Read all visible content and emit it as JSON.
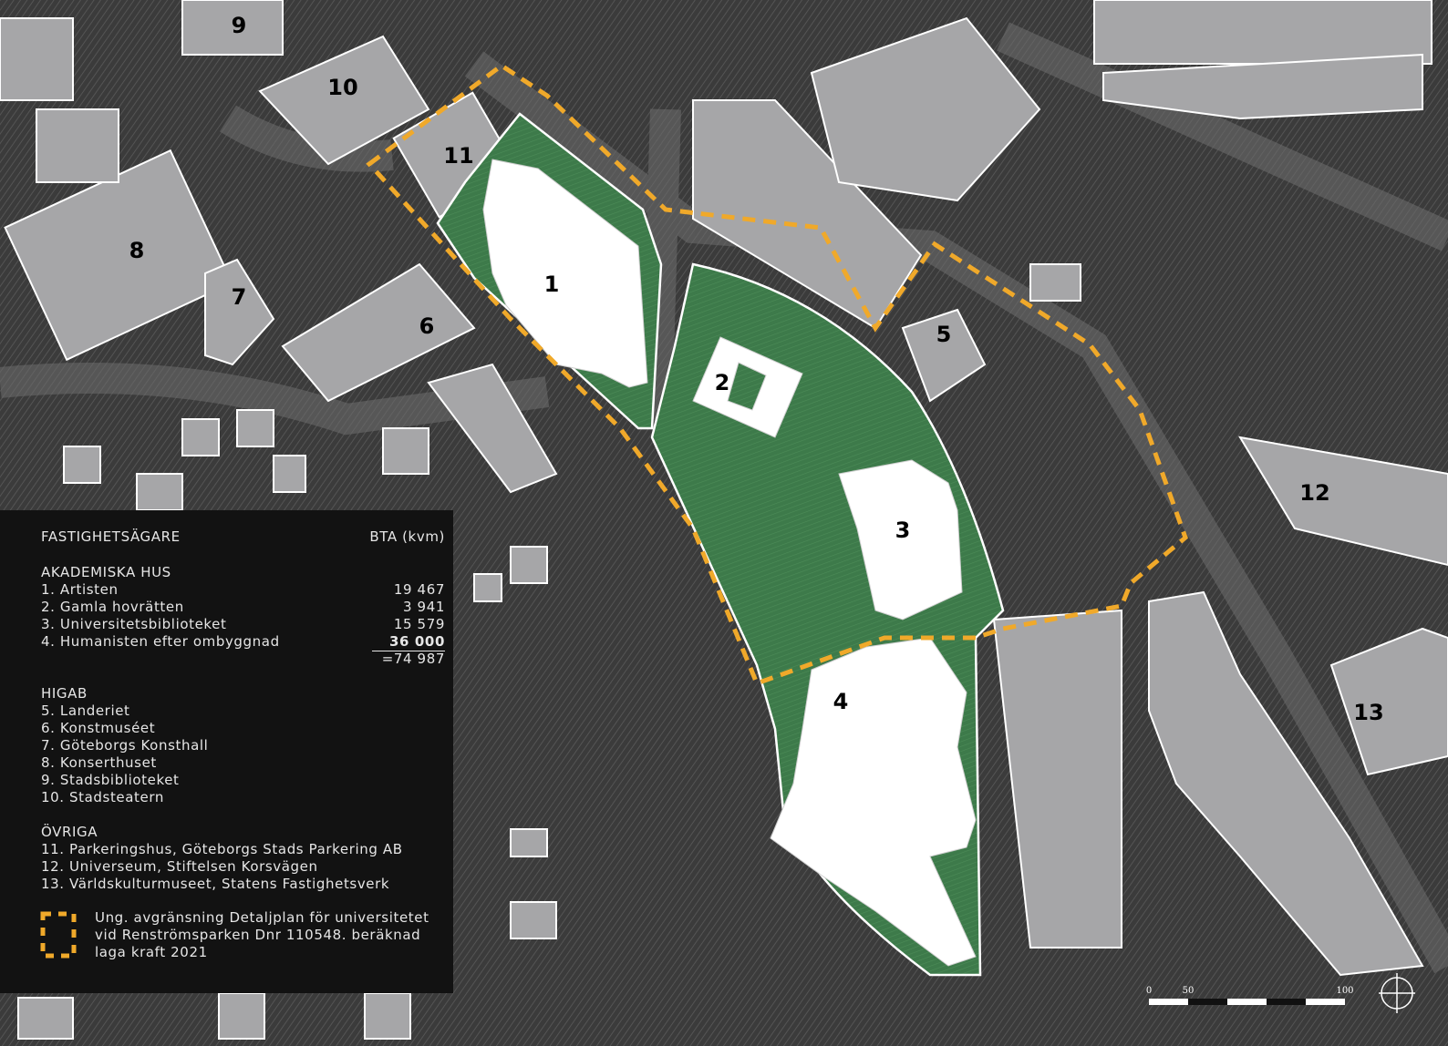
{
  "map": {
    "parcel_labels": [
      "1",
      "2",
      "3",
      "4",
      "5",
      "6",
      "7",
      "8",
      "9",
      "10",
      "11",
      "12",
      "13"
    ],
    "scale_bar": {
      "ticks": [
        "0",
        "50",
        "100"
      ]
    },
    "colors": {
      "green_area": "#3f7a4a",
      "buildings": "#a6a6a8",
      "property_buildings": "#ffffff",
      "boundary": "#f0a92a",
      "outline": "#ffffff"
    }
  },
  "legend": {
    "header_left": "FASTIGHETSÄGARE",
    "header_right": "BTA  (kvm)",
    "groups": [
      {
        "title": "AKADEMISKA HUS",
        "items": [
          {
            "label": "1. Artisten",
            "value": "19 467"
          },
          {
            "label": "2. Gamla hovrätten",
            "value": "3 941"
          },
          {
            "label": "3. Universitetsbiblioteket",
            "value": "15 579"
          },
          {
            "label": "4. Humanisten efter ombyggnad",
            "value": "36 000"
          }
        ],
        "total": "=74 987"
      },
      {
        "title": "HIGAB",
        "items": [
          {
            "label": "5. Landeriet"
          },
          {
            "label": "6. Konstmuséet"
          },
          {
            "label": "7. Göteborgs Konsthall"
          },
          {
            "label": "8. Konserthuset"
          },
          {
            "label": "9. Stadsbiblioteket"
          },
          {
            "label": "10. Stadsteatern"
          }
        ]
      },
      {
        "title": "ÖVRIGA",
        "items": [
          {
            "label": "11. Parkeringshus, Göteborgs Stads Parkering AB"
          },
          {
            "label": "12. Universeum, Stiftelsen Korsvägen"
          },
          {
            "label": "13. Världskulturmuseet, Statens Fastighetsverk"
          }
        ]
      }
    ],
    "boundary_note": "Ung. avgränsning Detaljplan för universitetet vid Renströmsparken Dnr 110548. beräknad laga kraft 2021"
  }
}
